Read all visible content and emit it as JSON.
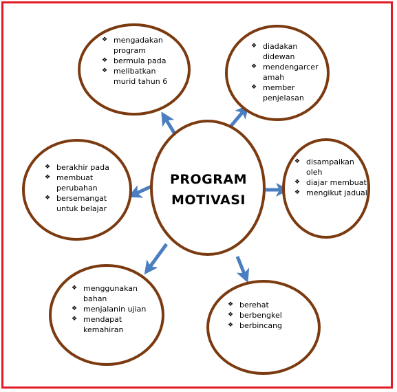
{
  "center": {
    "line1": "PROGRAM",
    "line2": "MOTIVASI"
  },
  "colors": {
    "frame": "#e01b24",
    "ellipse_stroke": "#7b3a10",
    "arrow": "#4a7ec0"
  },
  "bubbles": {
    "top_left": [
      "mengadakan program",
      "bermula pada",
      "melibatkan murid tahun 6"
    ],
    "top_right": [
      "diadakan didewan",
      "mendengarcer amah",
      "member penjelasan"
    ],
    "left": [
      "berakhir pada",
      "membuat perubahan",
      "bersemangat untuk belajar"
    ],
    "right": [
      "disampaikan oleh",
      "diajar membuat",
      "mengikut jadual"
    ],
    "bottom_left": [
      "menggunakan bahan",
      "menjalanin ujian",
      "mendapat kemahiran"
    ],
    "bottom_right": [
      "berehat",
      "berbengkel",
      "berbincang"
    ]
  }
}
